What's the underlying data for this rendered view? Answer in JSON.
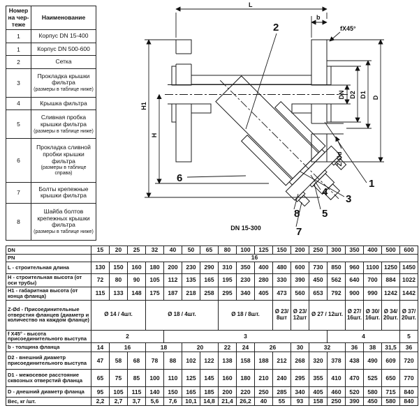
{
  "parts_table": {
    "col1_header": "Номер на чер-теже",
    "col2_header": "Наименование",
    "rows": [
      {
        "num": "1",
        "name": "Корпус DN 15-400",
        "note": ""
      },
      {
        "num": "1",
        "name": "Корпус DN 500-600",
        "note": ""
      },
      {
        "num": "2",
        "name": "Сетка",
        "note": ""
      },
      {
        "num": "3",
        "name": "Прокладка крышки фильтра",
        "note": "(размеры в таблице ниже)"
      },
      {
        "num": "4",
        "name": "Крышка фильтра",
        "note": ""
      },
      {
        "num": "5",
        "name": "Сливная пробка крышки фильтра",
        "note": "(размеры в таблице ниже)"
      },
      {
        "num": "6",
        "name": "Прокладка сливной пробки крышки фильтра",
        "note": "(размеры в таблице справа)"
      },
      {
        "num": "7",
        "name": "Болты крепежные крышки фильтра",
        "note": ""
      },
      {
        "num": "8",
        "name": "Шайба болтов крепежных крышки фильтра",
        "note": "(размеры в таблице ниже)"
      }
    ]
  },
  "drawing": {
    "callouts": [
      "1",
      "2",
      "3",
      "4",
      "5",
      "6",
      "7",
      "8"
    ],
    "dim_labels": {
      "L": "L",
      "b": "b",
      "chamfer": "fX45°",
      "DN": "DN",
      "D2": "D2",
      "D1": "D1",
      "D": "D",
      "H": "H",
      "H1": "H1",
      "Z": "Z-Ød"
    },
    "range_label": "DN 15-300"
  },
  "dims_table": {
    "rows": [
      {
        "key": "dn",
        "label": "DN",
        "cells": [
          "15",
          "20",
          "25",
          "32",
          "40",
          "50",
          "65",
          "80",
          "100",
          "125",
          "150",
          "200",
          "250",
          "300",
          "350",
          "400",
          "500",
          "600"
        ]
      },
      {
        "key": "pn",
        "label": "PN",
        "cells": [
          {
            "t": "16",
            "s": 18
          }
        ]
      },
      {
        "key": "l",
        "label": "L - строительная длина",
        "cells": [
          "130",
          "150",
          "160",
          "180",
          "200",
          "230",
          "290",
          "310",
          "350",
          "400",
          "480",
          "600",
          "730",
          "850",
          "960",
          "1100",
          "1250",
          "1450"
        ]
      },
      {
        "key": "h",
        "label": "H - строительная высота (от оси трубы)",
        "cells": [
          "72",
          "80",
          "90",
          "105",
          "112",
          "135",
          "165",
          "195",
          "230",
          "280",
          "330",
          "390",
          "450",
          "562",
          "640",
          "700",
          "884",
          "1022"
        ]
      },
      {
        "key": "h1",
        "label": "H1 - габаритная высота (от конца фланца)",
        "cells": [
          "115",
          "133",
          "148",
          "175",
          "187",
          "218",
          "258",
          "295",
          "340",
          "405",
          "473",
          "560",
          "653",
          "792",
          "900",
          "990",
          "1242",
          "1442"
        ]
      },
      {
        "key": "zd",
        "label": "Z-Ød - Присоединительные отверстия фланцев (диаметр и количество на каждом фланце)",
        "cells": [
          {
            "t": "Ø 14 / 4шт.",
            "s": 3
          },
          {
            "t": "Ø 18 / 4шт.",
            "s": 4
          },
          {
            "t": "Ø 18 / 8шт.",
            "s": 3
          },
          {
            "t": "Ø 23/ 8шт",
            "s": 1
          },
          {
            "t": "Ø 23/ 12шт",
            "s": 1
          },
          {
            "t": "Ø 27 / 12шт.",
            "s": 2
          },
          {
            "t": "Ø 27/ 16шт.",
            "s": 1
          },
          {
            "t": "Ø 30/ 16шт.",
            "s": 1
          },
          {
            "t": "Ø 34/ 20шт.",
            "s": 1
          },
          {
            "t": "Ø 37/ 20шт.",
            "s": 1
          }
        ]
      },
      {
        "key": "f",
        "label": "f X45° - высота присоединительного выступа",
        "cells": [
          {
            "t": "2",
            "s": 4
          },
          {
            "t": "3",
            "s": 9
          },
          {
            "t": "4",
            "s": 4
          },
          {
            "t": "5",
            "s": 1
          }
        ]
      },
      {
        "key": "b",
        "label": "b - толщина фланца",
        "cells": [
          {
            "t": "14",
            "s": 1
          },
          {
            "t": "16",
            "s": 2
          },
          {
            "t": "18",
            "s": 2
          },
          {
            "t": "20",
            "s": 2
          },
          {
            "t": "22",
            "s": 1
          },
          {
            "t": "24",
            "s": 1
          },
          {
            "t": "26",
            "s": 2
          },
          {
            "t": "30",
            "s": 1
          },
          {
            "t": "32",
            "s": 2
          },
          {
            "t": "36",
            "s": 1
          },
          {
            "t": "38",
            "s": 1
          },
          {
            "t": "31,5",
            "s": 1
          },
          {
            "t": "36",
            "s": 1
          }
        ]
      },
      {
        "key": "d2",
        "label": "D2 - внешний диаметр присоединительного выступа",
        "cells": [
          "47",
          "58",
          "68",
          "78",
          "88",
          "102",
          "122",
          "138",
          "158",
          "188",
          "212",
          "268",
          "320",
          "378",
          "438",
          "490",
          "609",
          "720"
        ]
      },
      {
        "key": "d1",
        "label": "D1 - межосевое расстояние сквозных отверстий фланца",
        "cells": [
          "65",
          "75",
          "85",
          "100",
          "110",
          "125",
          "145",
          "160",
          "180",
          "210",
          "240",
          "295",
          "355",
          "410",
          "470",
          "525",
          "650",
          "770"
        ]
      },
      {
        "key": "d",
        "label": "D - днешний диаметр фланца",
        "cells": [
          "95",
          "105",
          "115",
          "140",
          "150",
          "165",
          "185",
          "200",
          "220",
          "250",
          "285",
          "340",
          "405",
          "460",
          "520",
          "580",
          "715",
          "840"
        ]
      },
      {
        "key": "w",
        "label": "Вес, кг /шт.",
        "cells": [
          "2,2",
          "2,7",
          "3,7",
          "5,6",
          "7,6",
          "10,1",
          "14,8",
          "21,4",
          "26,2",
          "40",
          "55",
          "93",
          "158",
          "250",
          "390",
          "450",
          "580",
          "840"
        ]
      }
    ]
  }
}
